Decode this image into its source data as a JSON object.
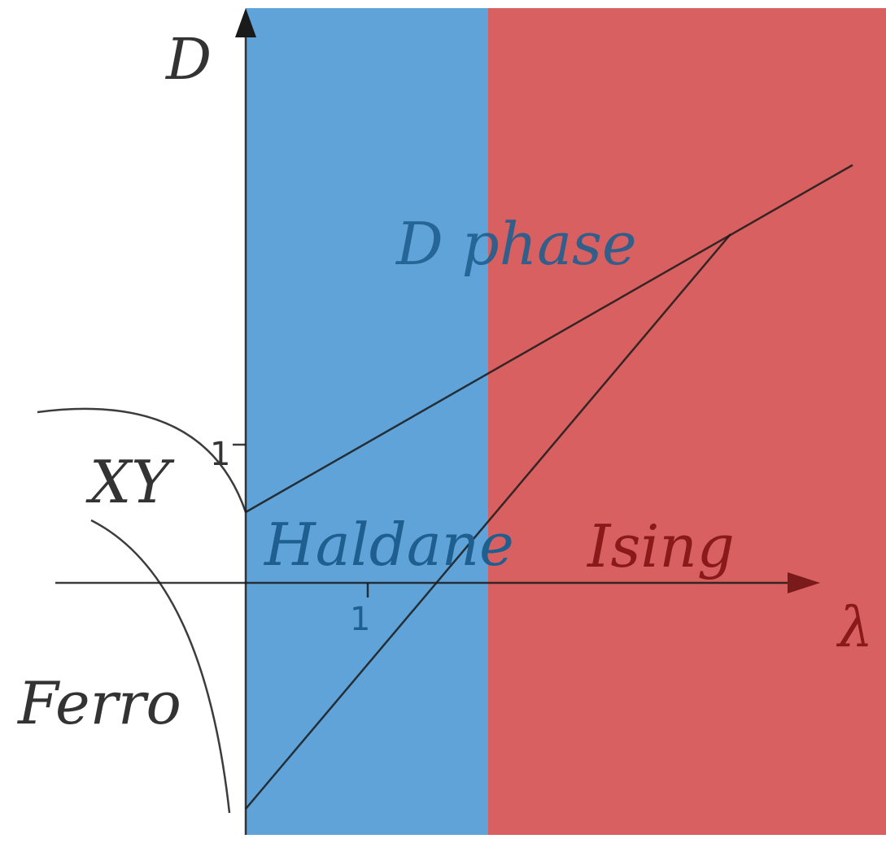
{
  "axes": {
    "x_label": "λ",
    "y_label": "D",
    "x_tick": "1",
    "y_tick": "1"
  },
  "regions": {
    "left_color": "#5fa3d9",
    "right_color": "#d96060"
  },
  "phases": {
    "d_phase": "D phase",
    "haldane": "Haldane",
    "ising": "Ising",
    "xy": "XY",
    "ferro": "Ferro"
  },
  "colors": {
    "line": "#1a1a1a",
    "label_blue": "#1f5f8f",
    "label_red": "#8a1a1a",
    "label_dark": "#333333"
  }
}
